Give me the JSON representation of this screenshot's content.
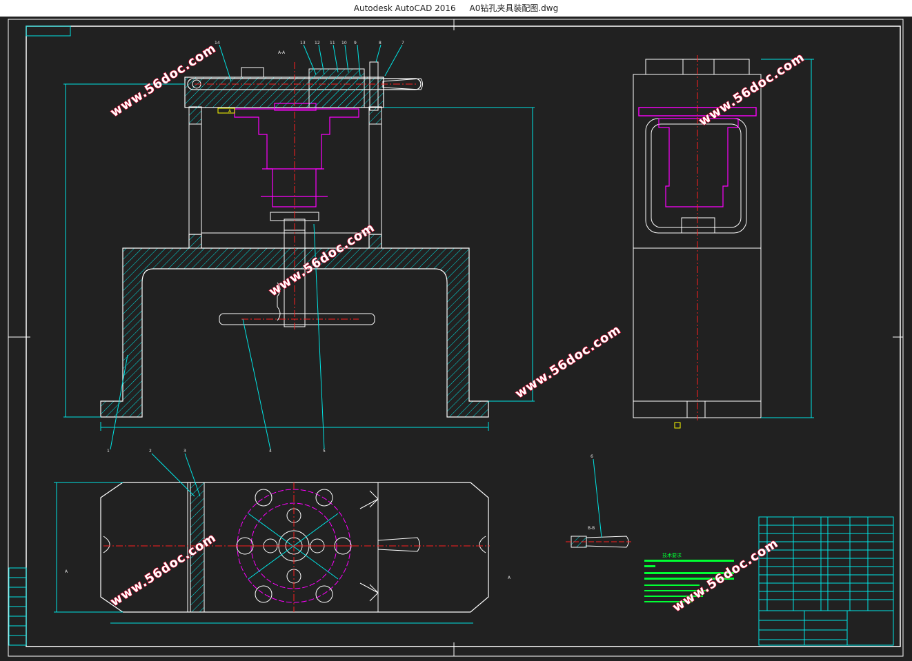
{
  "window": {
    "app_title": "Autodesk AutoCAD 2016",
    "file_name": "A0钻孔夹具装配图.dwg"
  },
  "watermark": {
    "text": "www.56doc.com"
  },
  "drawing": {
    "section_label": "A-A",
    "section_b": "B-B",
    "view_marker_a": "A",
    "part_numbers_top": [
      "14",
      "13",
      "12",
      "11",
      "10",
      "9",
      "8",
      "7"
    ],
    "part_numbers_bottom": [
      "1",
      "4",
      "5"
    ],
    "part_numbers_plan": [
      "2",
      "3"
    ],
    "part_number_detail": "6",
    "datum_mark": "A",
    "tech_title": "技术要求"
  },
  "colors": {
    "background": "#212121",
    "outline": "#ffffff",
    "dimension": "#00e5e5",
    "centerline": "#ff2020",
    "part": "#ff00ff",
    "hatch": "#00e5e5",
    "text_green": "#00ff33"
  }
}
